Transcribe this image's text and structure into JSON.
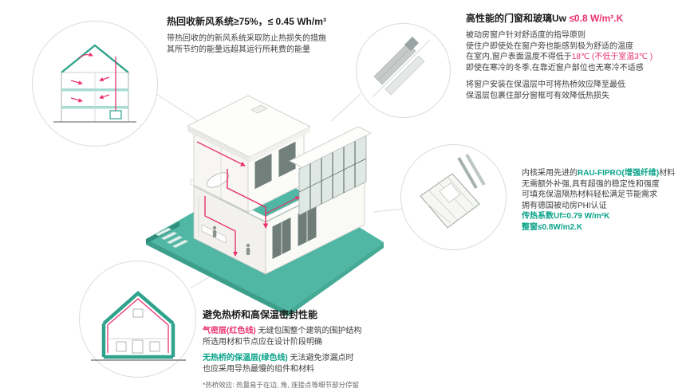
{
  "colors": {
    "accent_teal": "#0aa389",
    "accent_red": "#e8336e",
    "ground_teal": "#4fb7a3",
    "insulation_green": "#2fa38c"
  },
  "hrv": {
    "title": "热回收新风系统≥75%，≤ 0.45 Wh/m³",
    "line1": "带热回收的的新风系统采取防止热损失的措施",
    "line2": "其所节约的能量远超其运行所耗费的能量"
  },
  "windows": {
    "title_prefix": "高性能的门窗和玻璃Uw ",
    "title_value": "≤0.8 W/m².K",
    "line1": "被动房窗户针对舒适度的指导原则",
    "line2": "使住户即使处在窗户旁也能感到极为舒适的温度",
    "line3_prefix": "在室内,窗户表面温度不得低于",
    "line3_red": "18℃ (不低于室温3℃ )",
    "line4": "即使在寒冷的冬季,在靠近窗户部位也无寒冷不适感",
    "line5": "将窗户安装在保温层中可将热桥效应降至最低",
    "line6": "保温层包裹住部分窗框可有效降低热损失"
  },
  "profile": {
    "line1_prefix": "内核采用先进的",
    "line1_highlight": "RAU-FIPRO(增强纤维)",
    "line1_suffix": "材料",
    "line2": "无需额外补强,具有超强的稳定性和强度",
    "line3": "可填充保温隔热材料轻松满足节能需求",
    "line4": "拥有德国被动房PHI认证",
    "stat1": "传热系数Uf=0.79 W/m²K",
    "stat2": "整窗≤0.8W/m2.K"
  },
  "thermal": {
    "title": "避免热桥和高保温密封性能",
    "red_label": "气密层(红色线)",
    "red_rest": " 无缝包围整个建筑的围护结构",
    "line2": "所选用材和节点应在设计阶段明确",
    "green_label": "无热桥的保温层(绿色线)",
    "green_rest": " 无法避免渗漏点时",
    "line4": "也应采用导热最慢的组件和材料",
    "footnote": "*热桥效应: 热量易于在边, 角, 连接点等细节部分停留"
  },
  "illustrations": {
    "hrv_circle": "house-cross-section-with-ventilation-arrows",
    "window_corner_circle": "window-corner-section-detail",
    "profile_circle": "window-frame-profile-cross-section",
    "insulation_circle": "house-cross-section-with-insulation-layers",
    "center": "isometric-cutaway-passive-house"
  }
}
